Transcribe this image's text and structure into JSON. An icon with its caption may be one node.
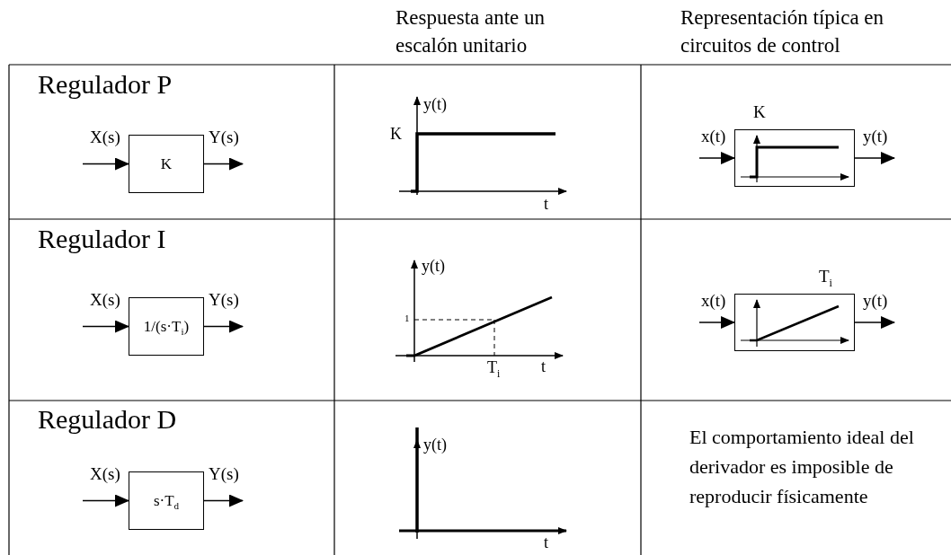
{
  "diagram": {
    "nodes": [
      {
        "text": [
          "K"
        ]
      },
      {
        "text": [
          "K"
        ]
      },
      {
        "text": [
          "1/(s·T$_{i}$)"
        ]
      },
      {
        "text": [
          "T$_{i}$"
        ]
      },
      {
        "text": [
          "s·T$_{d}$"
        ]
      }
    ],
    "edges": [
      {
        "from": null,
        "to": 0,
        "arrow": "to",
        "label": "X(s)"
      },
      {
        "from": 0,
        "to": null,
        "arrow": "to",
        "label": "Y(s)"
      },
      {
        "from": null,
        "to": 1,
        "arrow": "to",
        "label": "x(t)"
      },
      {
        "from": 1,
        "to": null,
        "arrow": "to",
        "label": "y(t)"
      },
      {
        "from": null,
        "to": 2,
        "arrow": "to",
        "label": "X(s)"
      },
      {
        "from": 2,
        "to": null,
        "arrow": "to",
        "label": "Y(s)"
      },
      {
        "from": null,
        "to": 3,
        "arrow": "to",
        "label": "x(t)"
      },
      {
        "from": 3,
        "to": null,
        "arrow": "to",
        "label": "y(t)"
      },
      {
        "from": null,
        "to": 4,
        "arrow": "to",
        "label": "X(s)"
      },
      {
        "from": 4,
        "to": null,
        "arrow": "to",
        "label": "Y(s)"
      }
    ],
    "labels": [
      "Respuesta ante un escalón unitario",
      "Representación típica en circuitos de control",
      "Regulador P",
      "y(t)",
      "K",
      "t",
      "Regulador I",
      "y(t)",
      "1",
      "T$_{i}$",
      "t",
      "Regulador D",
      "y(t)",
      "t",
      "El comportamiento ideal del derivador es imposible de reproducir físicamente"
    ]
  }
}
